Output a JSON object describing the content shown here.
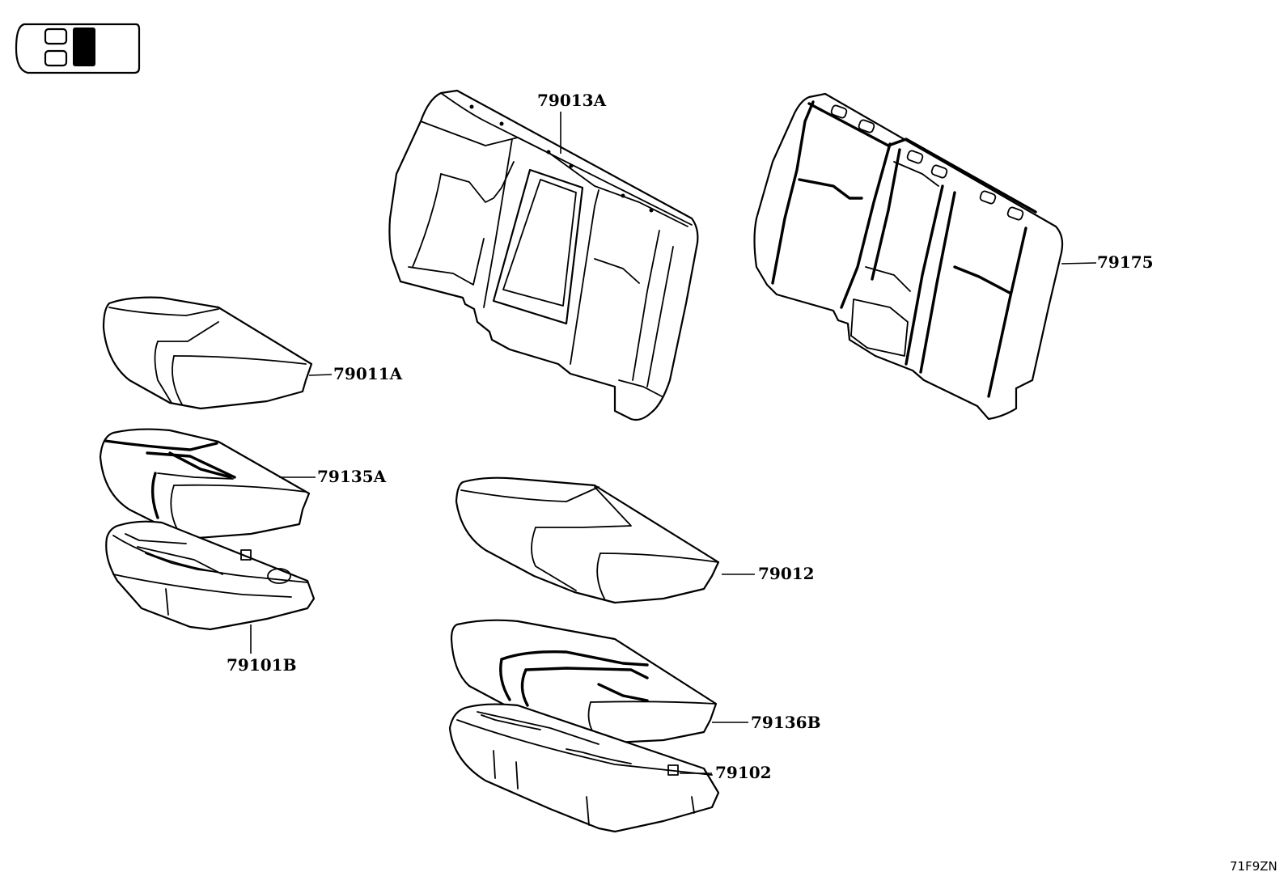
{
  "diagram": {
    "reference_code": "71F9ZN",
    "callouts": [
      {
        "id": "79013A",
        "label": "79013A"
      },
      {
        "id": "79175",
        "label": "79175"
      },
      {
        "id": "79011A",
        "label": "79011A"
      },
      {
        "id": "79135A",
        "label": "79135A"
      },
      {
        "id": "79101B",
        "label": "79101B"
      },
      {
        "id": "79012",
        "label": "79012"
      },
      {
        "id": "79136B",
        "label": "79136B"
      },
      {
        "id": "79102",
        "label": "79102"
      }
    ]
  }
}
